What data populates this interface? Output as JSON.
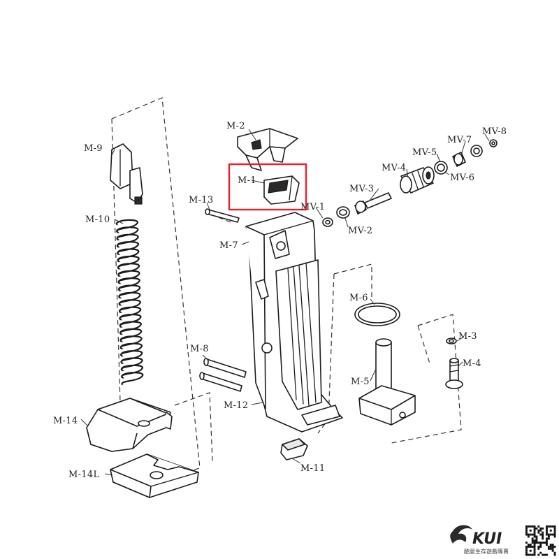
{
  "labels": {
    "m1": "M-1",
    "m2": "M-2",
    "m3": "M-3",
    "m4": "M-4",
    "m5": "M-5",
    "m6": "M-6",
    "m7": "M-7",
    "m8": "M-8",
    "m9": "M-9",
    "m10": "M-10",
    "m11": "M-11",
    "m12": "M-12",
    "m13": "M-13",
    "m14": "M-14",
    "m14l": "M-14L",
    "mv1": "MV-1",
    "mv2": "MV-2",
    "mv3": "MV-3",
    "mv4": "MV-4",
    "mv5": "MV-5",
    "mv6": "MV-6",
    "mv7": "MV-7",
    "mv8": "MV-8"
  },
  "highlight": {
    "part": "M-1",
    "color": "#e8202a"
  },
  "brand": {
    "logo_text": "KUI",
    "tagline": "酷愛生存遊戲專賣"
  },
  "colors": {
    "line": "#1c1c1c",
    "highlight": "#e8202a"
  }
}
